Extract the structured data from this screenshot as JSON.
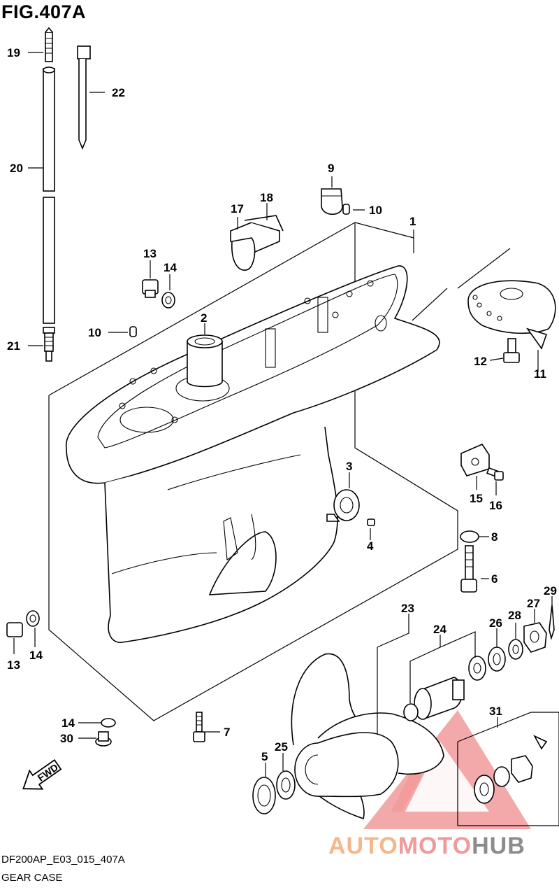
{
  "figure_title": "FIG.407A",
  "footer": {
    "code": "DF200AP_E03_015_407A",
    "name": "GEAR CASE"
  },
  "direction_arrow": "FWD",
  "watermark": {
    "part1": "AUTO",
    "part2": "MOTO",
    "part3": "HUB",
    "color_orange": "#f7b58a",
    "color_red": "#f19a9a",
    "color_gray": "#8c8c8c"
  },
  "callouts": {
    "c1": "1",
    "c2": "2",
    "c3": "3",
    "c4": "4",
    "c5": "5",
    "c6": "6",
    "c7": "7",
    "c8": "8",
    "c9": "9",
    "c10a": "10",
    "c10b": "10",
    "c11": "11",
    "c12": "12",
    "c13a": "13",
    "c13b": "13",
    "c14a": "14",
    "c14b": "14",
    "c14c": "14",
    "c15": "15",
    "c16": "16",
    "c17": "17",
    "c18": "18",
    "c19": "19",
    "c20": "20",
    "c21": "21",
    "c22": "22",
    "c23": "23",
    "c24": "24",
    "c25": "25",
    "c26": "26",
    "c27": "27",
    "c28": "28",
    "c29": "29",
    "c30": "30",
    "c31": "31"
  }
}
